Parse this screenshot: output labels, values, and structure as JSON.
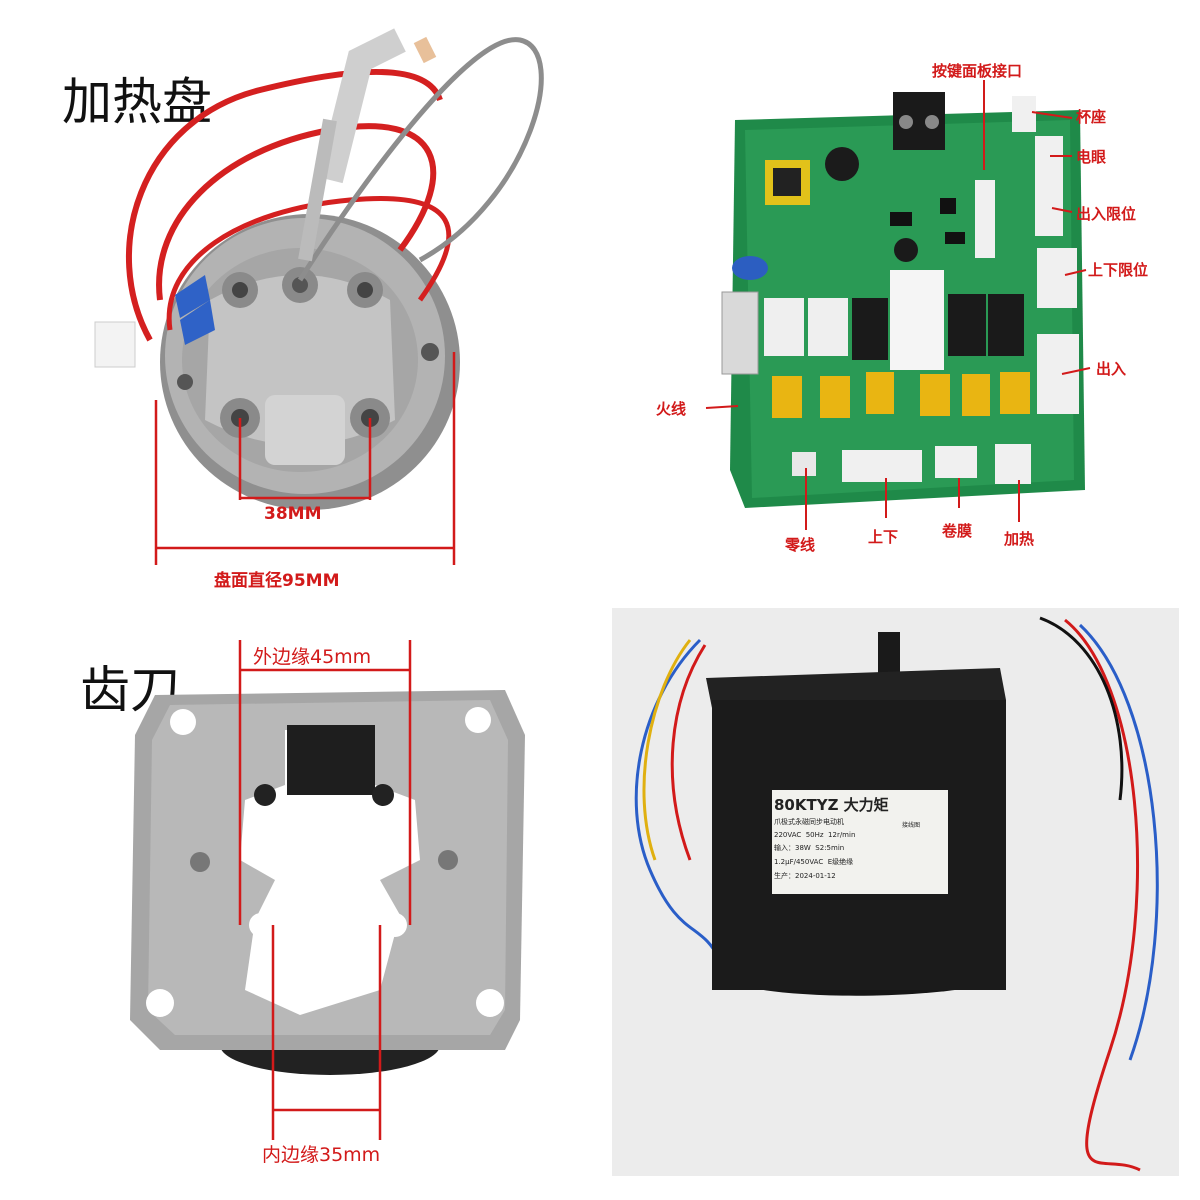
{
  "heating_plate": {
    "title": "加热盘",
    "inner_dim": "38MM",
    "outer_dim": "盘面直径95MM"
  },
  "circuit_board": {
    "labels": {
      "key_panel": "按键面板接口",
      "cup_seat": "杯座",
      "electric_eye": "电眼",
      "in_out_limit": "出入限位",
      "up_down_limit": "上下限位",
      "in_out": "出入",
      "live_wire": "火线",
      "neutral_wire": "零线",
      "up_down": "上下",
      "film_roll": "卷膜",
      "heating": "加热"
    }
  },
  "gear_cutter": {
    "title": "齿刀",
    "outer_edge": "外边缘45mm",
    "inner_edge": "内边缘35mm"
  },
  "motor": {
    "model": "80KTYZ",
    "brand_text": "大力矩",
    "subtitle": "爪极式永磁同步电动机",
    "spec_voltage": "220VAC",
    "spec_freq": "50Hz",
    "spec_speed": "12r/min",
    "spec_input": "输入：38W",
    "spec_duty": "S2:5min",
    "spec_cap": "1.2μF/450VAC",
    "spec_insul": "E级绝缘",
    "spec_date": "生产：2024-01-12",
    "wiring": "接线图"
  }
}
